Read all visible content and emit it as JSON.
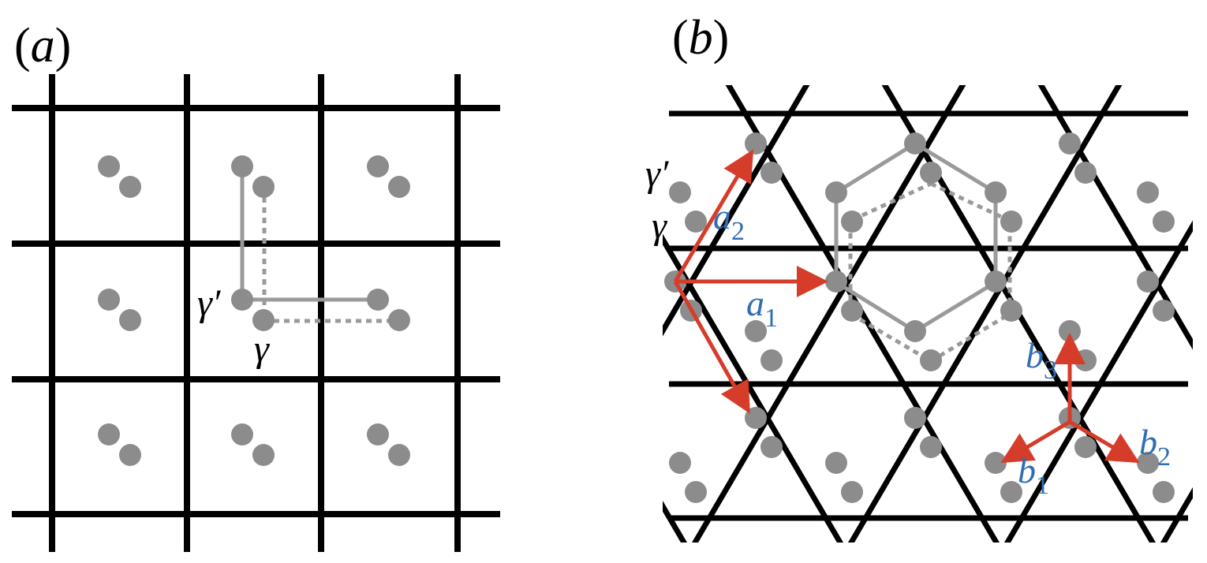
{
  "panels": {
    "a": {
      "label_open": "(",
      "label_letter": "a",
      "label_close": ")"
    },
    "b": {
      "label_open": "(",
      "label_letter": "b",
      "label_close": ")"
    }
  },
  "labels": {
    "gamma": "γ",
    "gamma_prime": "γ′",
    "a1": {
      "base": "a",
      "sub": "1"
    },
    "a2": {
      "base": "a",
      "sub": "2"
    },
    "b1": {
      "base": "b",
      "sub": "1"
    },
    "b2": {
      "base": "b",
      "sub": "2"
    },
    "b3": {
      "base": "b",
      "sub": "3"
    }
  },
  "colors": {
    "lattice": "#000000",
    "site": "#8c8c8c",
    "bond": "#9a9a9a",
    "vector": "#d63c2a",
    "vector_label": "#2f6db5",
    "text": "#000000"
  }
}
